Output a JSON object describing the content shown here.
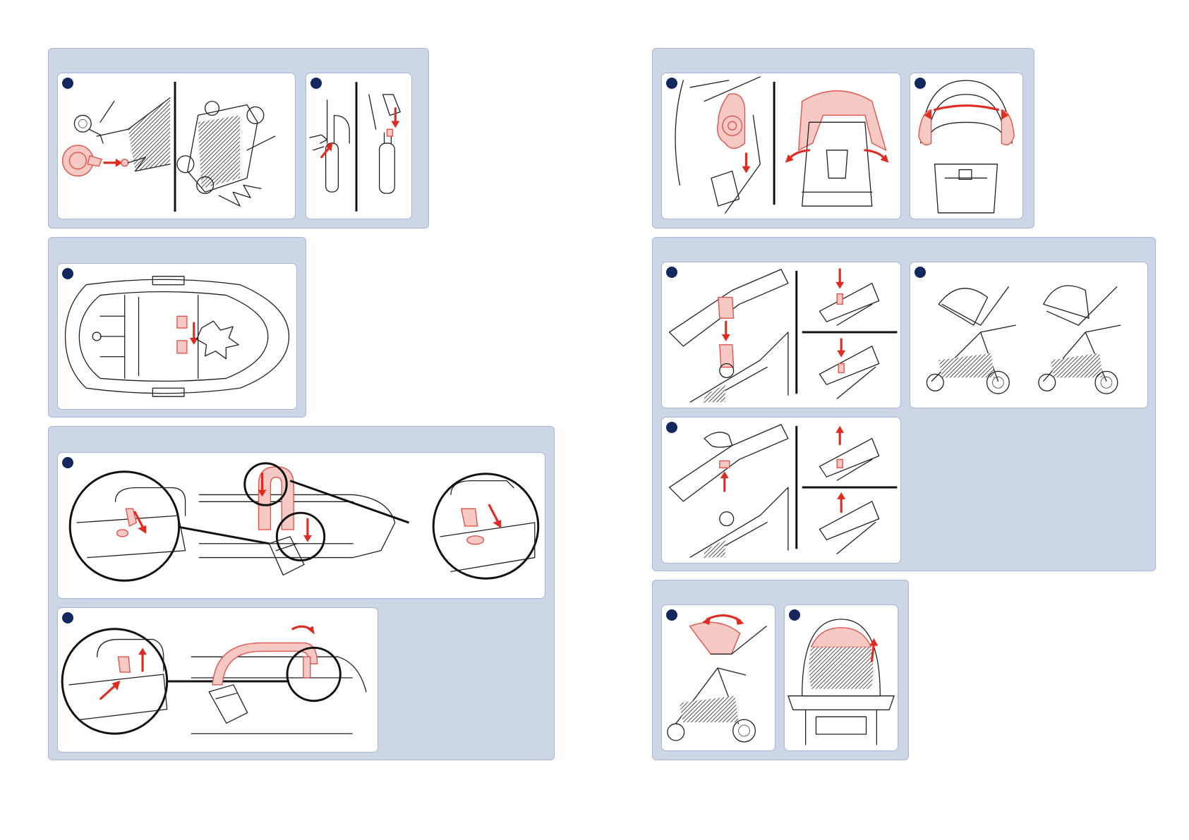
{
  "colors": {
    "group_background": "#cdd6e6",
    "group_border": "#a9b7d1",
    "panel_background": "#ffffff",
    "step_marker": "#14285f",
    "highlight_fill": "#f6c9c5",
    "arrow": "#e02b20",
    "line_art": "#1f1f1f"
  },
  "groups": [
    {
      "id": "group-1",
      "panels": [
        {
          "id": "panel-1a",
          "marker": "step-marker",
          "illustration": "stroller-wheel-attach"
        },
        {
          "id": "panel-1b",
          "marker": "step-marker",
          "illustration": "wheel-release-press"
        }
      ]
    },
    {
      "id": "group-2",
      "panels": [
        {
          "id": "panel-2a",
          "marker": "step-marker",
          "illustration": "seat-top-view-buckle"
        }
      ]
    },
    {
      "id": "group-3",
      "panels": [
        {
          "id": "panel-3a",
          "marker": "step-marker",
          "illustration": "bumper-bar-attach"
        },
        {
          "id": "panel-3b",
          "marker": "step-marker",
          "illustration": "bumper-bar-remove"
        }
      ]
    },
    {
      "id": "group-4",
      "panels": [
        {
          "id": "panel-4a",
          "marker": "step-marker",
          "illustration": "canopy-hub-attach"
        },
        {
          "id": "panel-4b",
          "marker": "step-marker",
          "illustration": "canopy-frame-rotate"
        }
      ]
    },
    {
      "id": "group-5",
      "panels": [
        {
          "id": "panel-5a",
          "marker": "step-marker",
          "illustration": "seat-attach-connector"
        },
        {
          "id": "panel-5b",
          "marker": "step-marker",
          "illustration": "seat-facing-options"
        },
        {
          "id": "panel-5c",
          "marker": "step-marker",
          "illustration": "seat-remove-connector"
        }
      ]
    },
    {
      "id": "group-6",
      "panels": [
        {
          "id": "panel-6a",
          "marker": "step-marker",
          "illustration": "canopy-extend"
        },
        {
          "id": "panel-6b",
          "marker": "step-marker",
          "illustration": "canopy-peek-window"
        }
      ]
    }
  ]
}
